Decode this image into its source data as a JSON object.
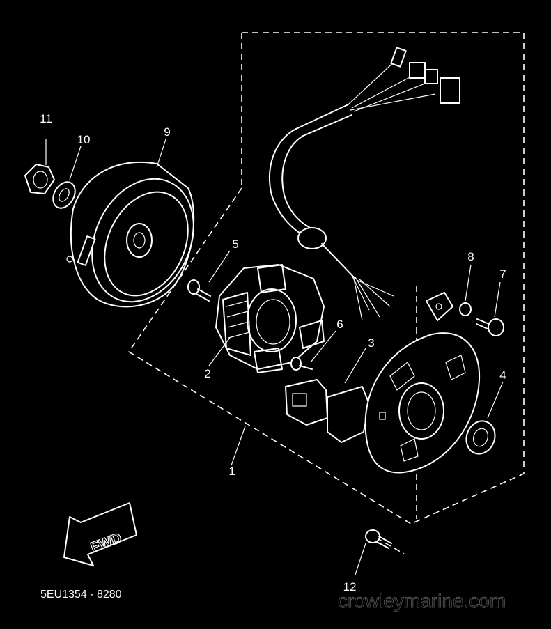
{
  "diagram": {
    "part_labels": {
      "p1": "1",
      "p2": "2",
      "p3": "3",
      "p4": "4",
      "p5": "5",
      "p6": "6",
      "p7": "7",
      "p8": "8",
      "p9": "9",
      "p10": "10",
      "p11": "11",
      "p12": "12"
    },
    "direction_label": "FWD",
    "drawing_code": "5EU1354 - 8280",
    "watermark": "crowleymarine.com"
  }
}
